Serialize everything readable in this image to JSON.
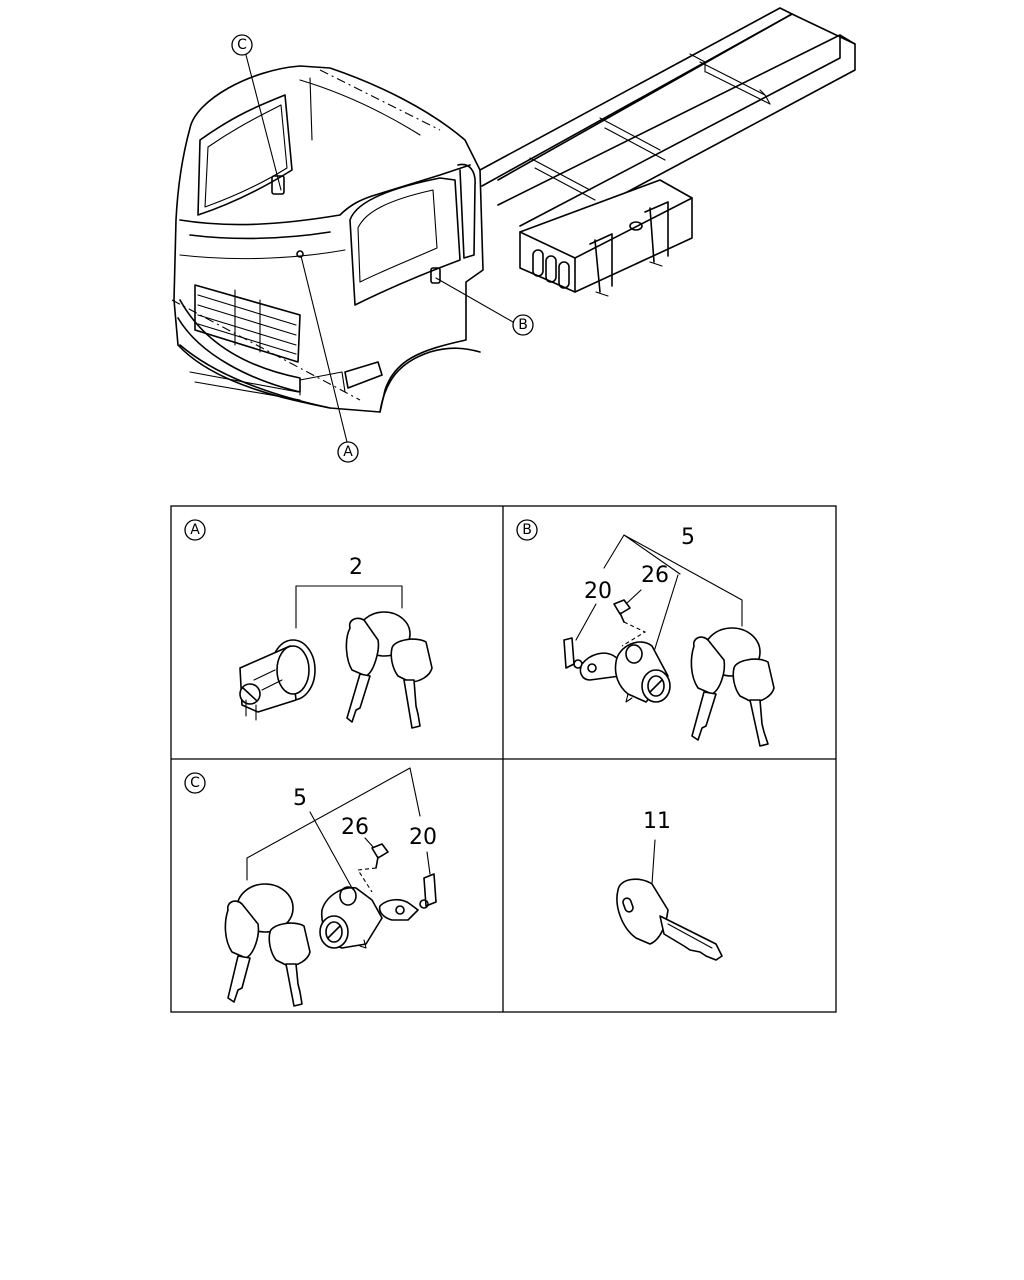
{
  "callouts": {
    "overview": {
      "c": "C",
      "b": "B",
      "a": "A"
    },
    "panels": {
      "a": "A",
      "b": "B",
      "c": "C"
    }
  },
  "part_numbers": {
    "panel_a": {
      "key_set": "2"
    },
    "panel_b": {
      "key_set": "5",
      "bolt": "26",
      "clip": "20"
    },
    "panel_c": {
      "key_set": "5",
      "bolt": "26",
      "clip": "20"
    },
    "panel_d": {
      "key_blank": "11"
    }
  }
}
